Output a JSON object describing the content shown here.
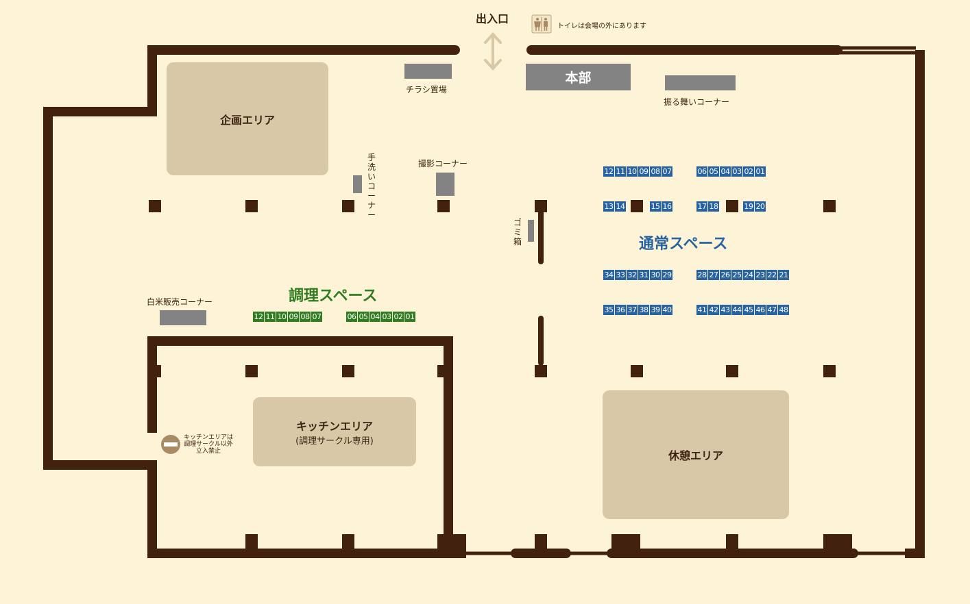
{
  "colors": {
    "background": "#fdf3d6",
    "wall": "#42210f",
    "area": "#d8c8a7",
    "fixture": "#838383",
    "normal_space": "#2763a2",
    "cooking_space": "#2f7d20"
  },
  "entrance": {
    "label": "出入口",
    "icon": "double-arrow-vertical-icon"
  },
  "toilet": {
    "icon": "restroom-icon",
    "note": "トイレは会場の外にあります"
  },
  "areas": {
    "planning": "企画エリア",
    "kitchen": {
      "title": "キッチンエリア",
      "subtitle": "(調理サークル専用)"
    },
    "rest": "休憩エリア"
  },
  "fixtures": {
    "headquarters": "本部",
    "flyers": "チラシ置場",
    "behavior_corner": "振る舞いコーナー",
    "handwash": "手洗いコーナー",
    "photo": "撮影コーナー",
    "trash": "ゴミ箱",
    "rice_sales": "白米販売コーナー"
  },
  "no_entry": {
    "icon": "no-entry-icon",
    "lines": [
      "キッチンエリアは",
      "調理サークル以外",
      "立入禁止"
    ]
  },
  "normal_space": {
    "title": "通常スペース",
    "rows": [
      [
        "12",
        "11",
        "10",
        "09",
        "08",
        "07"
      ],
      [
        "06",
        "05",
        "04",
        "03",
        "02",
        "01"
      ],
      [
        "13",
        "14"
      ],
      [
        "15",
        "16"
      ],
      [
        "17",
        "18"
      ],
      [
        "19",
        "20"
      ],
      [
        "34",
        "33",
        "32",
        "31",
        "30",
        "29"
      ],
      [
        "28",
        "27",
        "26",
        "25",
        "24",
        "23",
        "22",
        "21"
      ],
      [
        "35",
        "36",
        "37",
        "38",
        "39",
        "40"
      ],
      [
        "41",
        "42",
        "43",
        "44",
        "45",
        "46",
        "47",
        "48"
      ]
    ]
  },
  "cooking_space": {
    "title": "調理スペース",
    "rows": [
      [
        "12",
        "11",
        "10",
        "09",
        "08",
        "07"
      ],
      [
        "06",
        "05",
        "04",
        "03",
        "02",
        "01"
      ]
    ]
  }
}
